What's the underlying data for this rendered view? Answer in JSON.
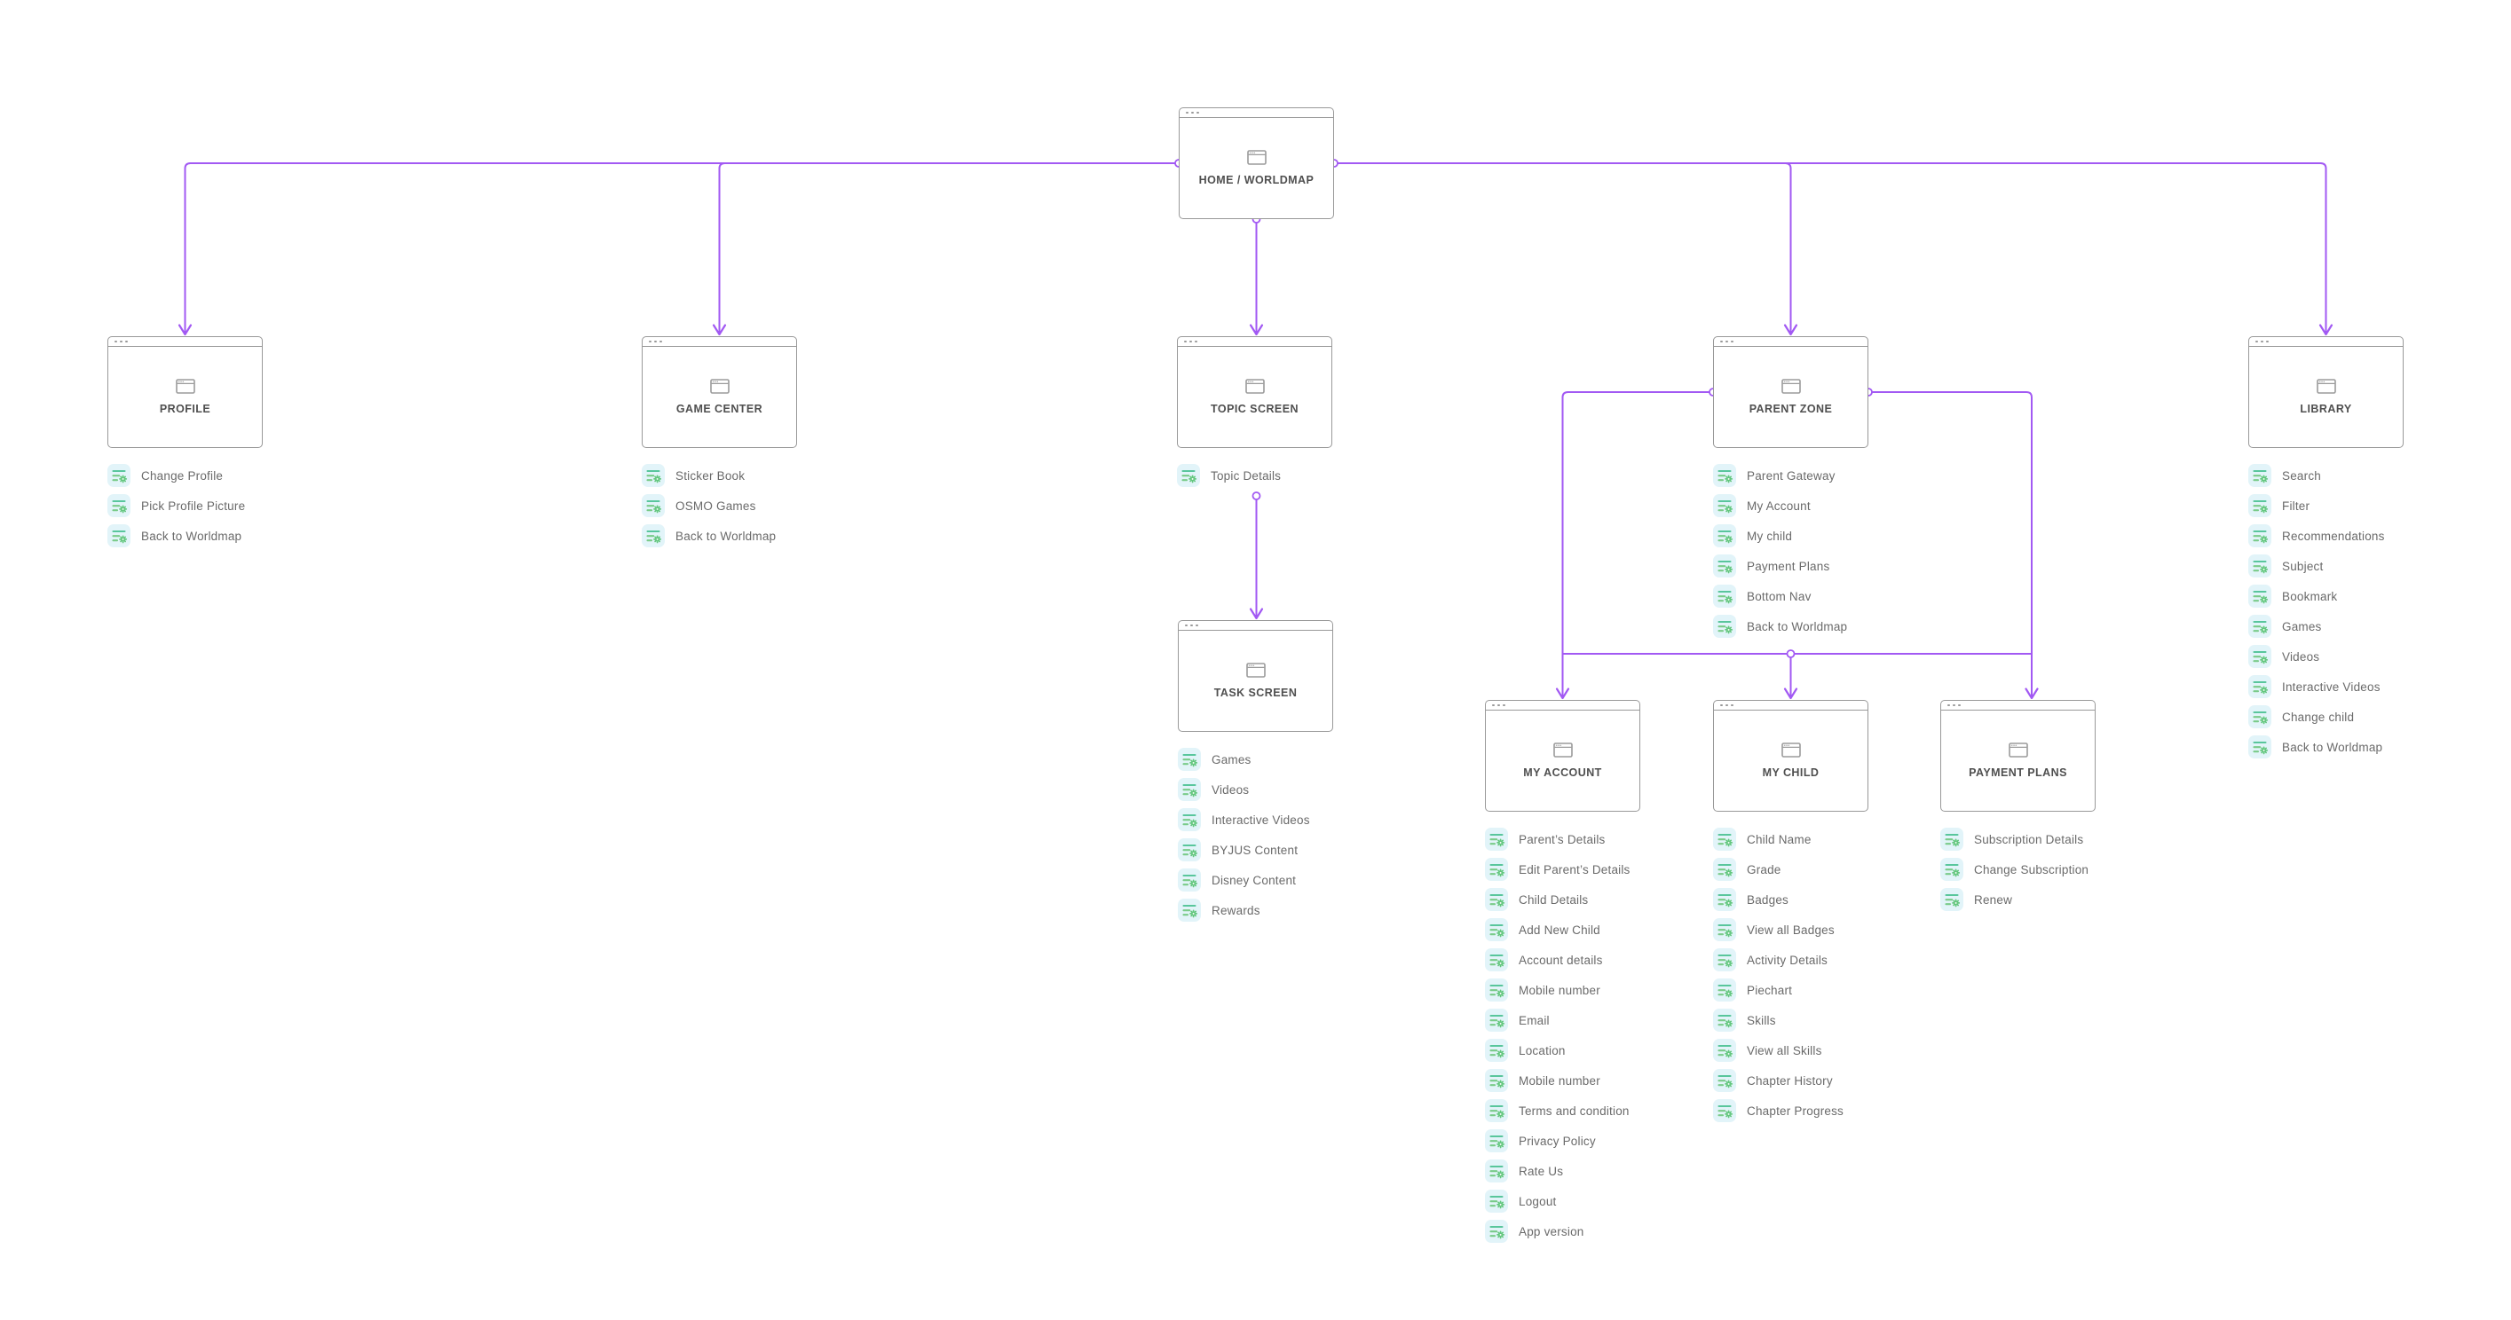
{
  "colors": {
    "connector": "#a259f3",
    "node_border": "#999999",
    "node_glyph": "#9b9b9b",
    "title_text": "#4f4f4f",
    "item_text": "#6a6a6a",
    "icon_bg": "#e2f4f9",
    "icon_line_teal": "#59c69c",
    "icon_line_green": "#79cb89",
    "icon_gear_green": "#64c77f"
  },
  "icons": {
    "node_icon": "browser-window-icon",
    "item_icon": "list-settings-icon",
    "window_controls": "three-dots"
  },
  "nodes": [
    {
      "id": "home",
      "title": "HOME / WORLDMAP",
      "items": []
    },
    {
      "id": "profile",
      "title": "PROFILE",
      "items": [
        "Change Profile",
        "Pick Profile Picture",
        "Back to Worldmap"
      ]
    },
    {
      "id": "game-center",
      "title": "GAME CENTER",
      "items": [
        "Sticker Book",
        "OSMO Games",
        "Back to Worldmap"
      ]
    },
    {
      "id": "topic-screen",
      "title": "TOPIC SCREEN",
      "items": [
        "Topic Details"
      ]
    },
    {
      "id": "parent-zone",
      "title": "PARENT ZONE",
      "items": [
        "Parent Gateway",
        "My Account",
        "My child",
        "Payment Plans",
        "Bottom Nav",
        "Back to Worldmap"
      ]
    },
    {
      "id": "library",
      "title": "LIBRARY",
      "items": [
        "Search",
        "Filter",
        "Recommendations",
        "Subject",
        "Bookmark",
        "Games",
        "Videos",
        "Interactive Videos",
        "Change child",
        "Back to Worldmap"
      ]
    },
    {
      "id": "task-screen",
      "title": "TASK SCREEN",
      "items": [
        "Games",
        "Videos",
        "Interactive Videos",
        "BYJUS Content",
        "Disney Content",
        "Rewards"
      ]
    },
    {
      "id": "my-account",
      "title": "MY ACCOUNT",
      "items": [
        "Parent’s Details",
        "Edit Parent’s Details",
        "Child Details",
        "Add New Child",
        "Account details",
        "Mobile number",
        "Email",
        "Location",
        "Mobile number",
        "Terms and condition",
        "Privacy Policy",
        "Rate Us",
        "Logout",
        "App version"
      ]
    },
    {
      "id": "my-child",
      "title": "MY CHILD",
      "items": [
        "Child Name",
        "Grade",
        "Badges",
        "View all Badges",
        "Activity Details",
        "Piechart",
        "Skills",
        "View all Skills",
        "Chapter History",
        "Chapter Progress"
      ]
    },
    {
      "id": "payment-plans",
      "title": "PAYMENT PLANS",
      "items": [
        "Subscription Details",
        "Change Subscription",
        "Renew"
      ]
    }
  ]
}
